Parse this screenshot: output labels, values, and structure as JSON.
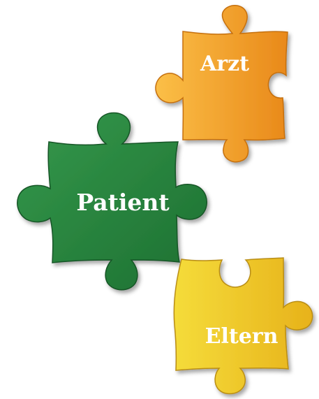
{
  "pieces": [
    {
      "id": "arzt",
      "label": "Arzt",
      "color": "#f7a52a",
      "color_light": "#fbbf47",
      "color_dark": "#e9891a",
      "edge": "#c56f10"
    },
    {
      "id": "patient",
      "label": "Patient",
      "color": "#2a8640",
      "color_light": "#35994c",
      "color_dark": "#1d6f31",
      "edge": "#155526"
    },
    {
      "id": "eltern",
      "label": "Eltern",
      "color": "#f0c52a",
      "color_light": "#f5dc3a",
      "color_dark": "#e7b21b",
      "edge": "#b98d12"
    }
  ]
}
